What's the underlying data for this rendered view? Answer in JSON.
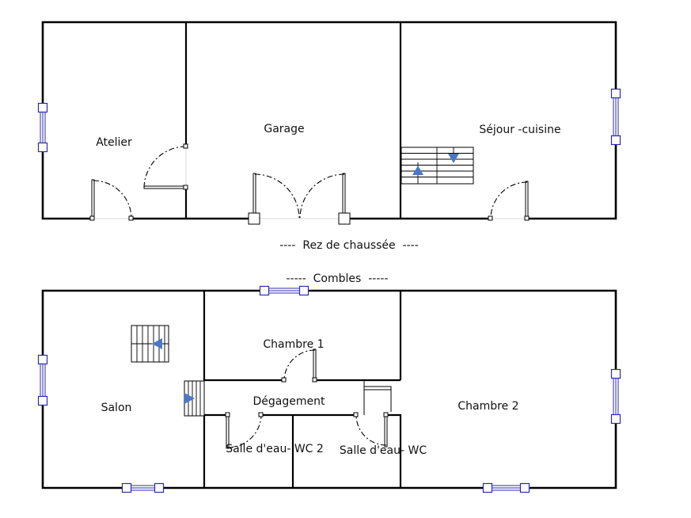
{
  "levels": {
    "ground": {
      "title": "----  Rez de chaussée  ----",
      "rooms": {
        "atelier": "Atelier",
        "garage": "Garage",
        "sejour": "Séjour -cuisine"
      }
    },
    "attic": {
      "title": "-----  Combles  -----",
      "rooms": {
        "salon": "Salon",
        "chambre1": "Chambre 1",
        "degagement": "Dégagement",
        "chambre2": "Chambre 2",
        "sdeau_wc2": "Salle d'eau- WC 2",
        "sdeau_wc": "Salle d'eau- WC"
      }
    }
  },
  "colors": {
    "walls": "#000000",
    "windows": "#2b2bb0",
    "stair_arrows": "#4a78c8",
    "text": "#111111"
  }
}
